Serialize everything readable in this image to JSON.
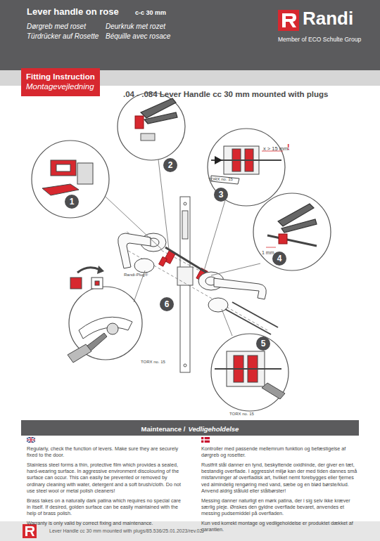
{
  "diagram": {
    "title": ".04 - .084 Lever Handle cc 30 mm mounted with plugs",
    "nodes": [
      {
        "text": [
          "Fitting Instruction",
          "Montagevejledning"
        ]
      },
      {
        "text": [
          "Maintenance /",
          "Vedligeholdelse"
        ]
      }
    ],
    "labels": [
      "Lever handle on rose",
      "c-c 30 mm",
      "Dørgreb med roset",
      "Deurkruk met rozet",
      "Türdrücker auf Rosette",
      "Béquille avec rosace",
      "Randi",
      "Member of ECO Schulte Group",
      "1",
      "2",
      "3",
      "4",
      "5",
      "6",
      "x > 15 mm.",
      "!",
      "TORX no. 15",
      "1 mm",
      "Randi-Plug®",
      "TORX no. 15",
      "TORX no. 15",
      "Regularly, check the function of levers. Make sure they are securely fixed to the door.",
      "Stainless steel forms a thin, protective film which provides a sealed, hard-wearing surface. In aggressive environment discolouring of the surface can occur. This can easily be prevented or removed by ordinary cleaning with water, detergent and a soft brush/cloth. Do not use steel wool or metal polish cleaners!",
      "Brass takes on a naturally dark patina which requires no special care in itself. If desired, golden surface can be easily maintained with the help of brass polish.",
      "Warranty is only valid by correct fixing and maintenance.",
      "Kontroller med passende mellemrum funktion og befæstigelse af dørgreb og rosetter.",
      "Rustfrit stål danner en tynd, beskyttende oxidhinde, der giver en tæt, bestandig overflade. I aggressivt miljø kan der med tiden dannes små misfarvninger af overfladisk art, hvilket nemt forebygges eller fjernes ved almindelig rengøring med vand, sæbe og en blød børste/klud. Anvend aldrig ståluld eller stålbørster!",
      "Messing danner naturligt en mørk patina, der i sig selv ikke kræver særlig pleje. Ønskes den gyldne overflade bevaret, anvendes et messing pudsemiddel på overfladen.",
      "Kun ved korrekt montage og vedligeholdelse er produktet dækket af garantien.",
      "Lever Handle cc 30 mm mounted with plugs/85.536/25.01.2023/rev.02"
    ]
  }
}
